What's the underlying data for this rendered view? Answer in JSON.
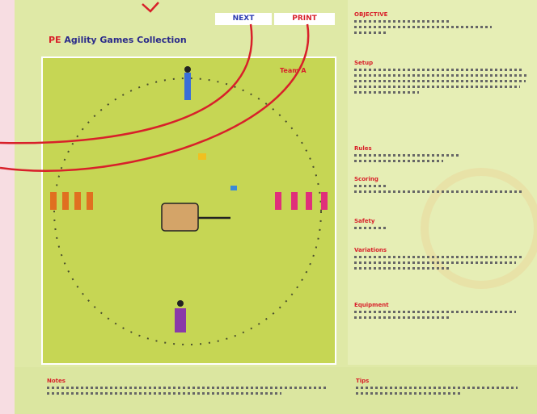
{
  "header": {
    "title_prefix": "PE",
    "title": "Agility Games Collection",
    "badge_left": "NEXT",
    "badge_right": "PRINT"
  },
  "field": {
    "label": "Team A"
  },
  "side": {
    "sections": [
      {
        "heading": "OBJECTIVE",
        "lines": 3
      },
      {
        "heading": "Setup",
        "lines": 5
      },
      {
        "heading": "Rules",
        "lines": 2
      },
      {
        "heading": "Scoring",
        "lines": 2
      },
      {
        "heading": "Safety",
        "lines": 1
      },
      {
        "heading": "Variations",
        "lines": 3
      },
      {
        "heading": "Equipment",
        "lines": 2
      }
    ]
  },
  "footer": {
    "left_heading": "Notes",
    "right_heading": "Tips"
  },
  "colors": {
    "accent_red": "#d8202a",
    "title_blue": "#2a2a8a",
    "field_green": "#c6d654",
    "team_orange": "#e07020",
    "team_pink": "#e0307a"
  }
}
